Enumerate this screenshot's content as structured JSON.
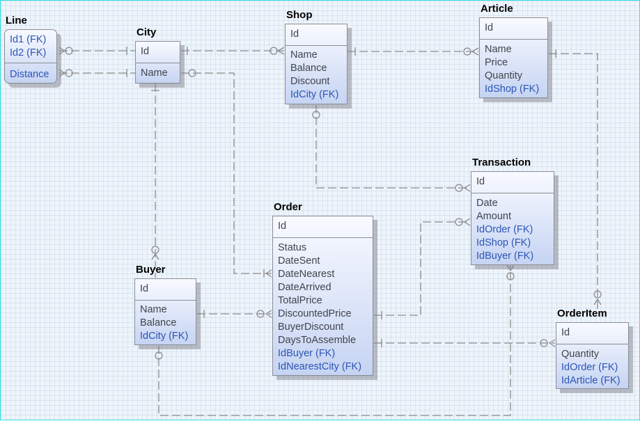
{
  "entities": {
    "line": {
      "title": "Line",
      "pk": [
        "Id1 (FK)",
        "Id2 (FK)"
      ],
      "attrs": [
        "Distance"
      ]
    },
    "city": {
      "title": "City",
      "pk": [
        "Id"
      ],
      "attrs": [
        "Name"
      ]
    },
    "shop": {
      "title": "Shop",
      "pk": [
        "Id"
      ],
      "attrs": [
        "Name",
        "Balance",
        "Discount",
        "IdCity (FK)"
      ]
    },
    "article": {
      "title": "Article",
      "pk": [
        "Id"
      ],
      "attrs": [
        "Name",
        "Price",
        "Quantity",
        "IdShop (FK)"
      ]
    },
    "transaction": {
      "title": "Transaction",
      "pk": [
        "Id"
      ],
      "attrs": [
        "Date",
        "Amount",
        "IdOrder (FK)",
        "IdShop (FK)",
        "IdBuyer (FK)"
      ]
    },
    "order": {
      "title": "Order",
      "pk": [
        "Id"
      ],
      "attrs": [
        "Status",
        "DateSent",
        "DateNearest",
        "DateArrived",
        "TotalPrice",
        "DiscountedPrice",
        "BuyerDiscount",
        "DaysToAssemble",
        "IdBuyer (FK)",
        "IdNearestCity (FK)"
      ]
    },
    "buyer": {
      "title": "Buyer",
      "pk": [
        "Id"
      ],
      "attrs": [
        "Name",
        "Balance",
        "IdCity (FK)"
      ]
    },
    "orderitem": {
      "title": "OrderItem",
      "pk": [
        "Id"
      ],
      "attrs": [
        "Quantity",
        "IdOrder (FK)",
        "IdArticle (FK)"
      ]
    }
  },
  "colors": {
    "line": "#8c8c8c",
    "fk_text": "#2c55b4",
    "attr_text": "#40444c",
    "border": "#8a8e95",
    "canvas": "#eef4fa"
  }
}
